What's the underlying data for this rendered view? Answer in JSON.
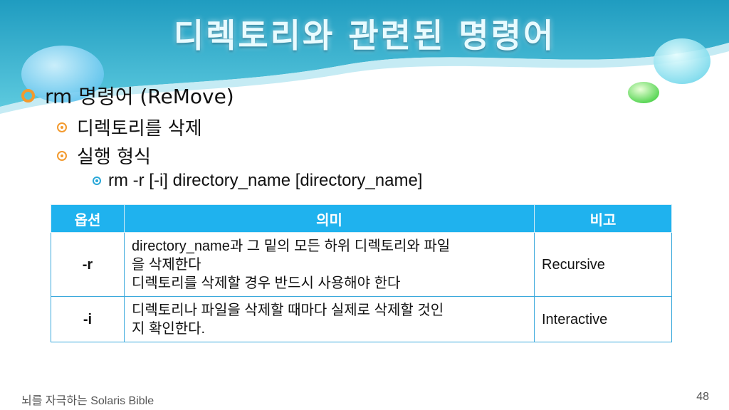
{
  "slide": {
    "title": "디렉토리와 관련된 명령어",
    "bullet1": "rm 명령어 (ReMove)",
    "sub1": "디렉토리를 삭제",
    "sub2": "실행 형식",
    "syntax": "rm -r [-i] directory_name [directory_name]"
  },
  "table": {
    "headers": [
      "옵션",
      "의미",
      "비고"
    ],
    "rows": [
      {
        "option": "-r",
        "meaning": [
          "directory_name과 그 밑의 모든 하위 디렉토리와 파일",
          "을 삭제한다",
          "디렉토리를 삭제할 경우 반드시 사용해야 한다"
        ],
        "note": "Recursive"
      },
      {
        "option": "-i",
        "meaning": [
          "디렉토리나 파일을 삭제할 때마다 실제로 삭제할 것인",
          "지 확인한다."
        ],
        "note": "Interactive"
      }
    ]
  },
  "footer": {
    "book": "뇌를 자극하는 Solaris Bible",
    "page": "48"
  },
  "colors": {
    "header_teal": "#29a9c9",
    "table_header": "#1fb2ee",
    "bullet_orange": "#f39a2e"
  }
}
